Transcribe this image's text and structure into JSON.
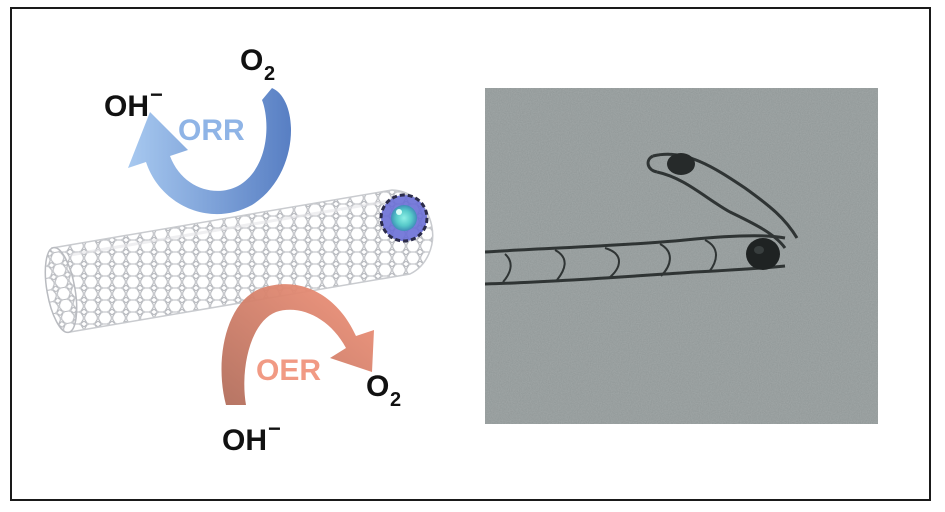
{
  "labels": {
    "orr": "ORR",
    "oer": "OER",
    "orr_reactant_main": "O",
    "orr_reactant_sub": "2",
    "orr_product_main": "OH",
    "orr_product_sup": "−",
    "oer_reactant_main": "OH",
    "oer_reactant_sup": "−",
    "oer_product_main": "O",
    "oer_product_sub": "2"
  },
  "colors": {
    "orr_arrow_dark": "#4f78c0",
    "orr_arrow_light": "#a3c6ef",
    "orr_text": "#8fb4e6",
    "oer_arrow_dark": "#b26e5c",
    "oer_arrow_light": "#f3937a",
    "oer_text": "#f19a84",
    "nanotube": "#c9cbcf",
    "particle_core": "#56c9c9",
    "particle_shell": "#6a6fd6",
    "tem_background": "#8f9696"
  },
  "icons": {
    "nanotube": "carbon-nanotube-icon",
    "particle": "encapsulated-nanoparticle-icon",
    "tem_image": "tem-micrograph"
  }
}
